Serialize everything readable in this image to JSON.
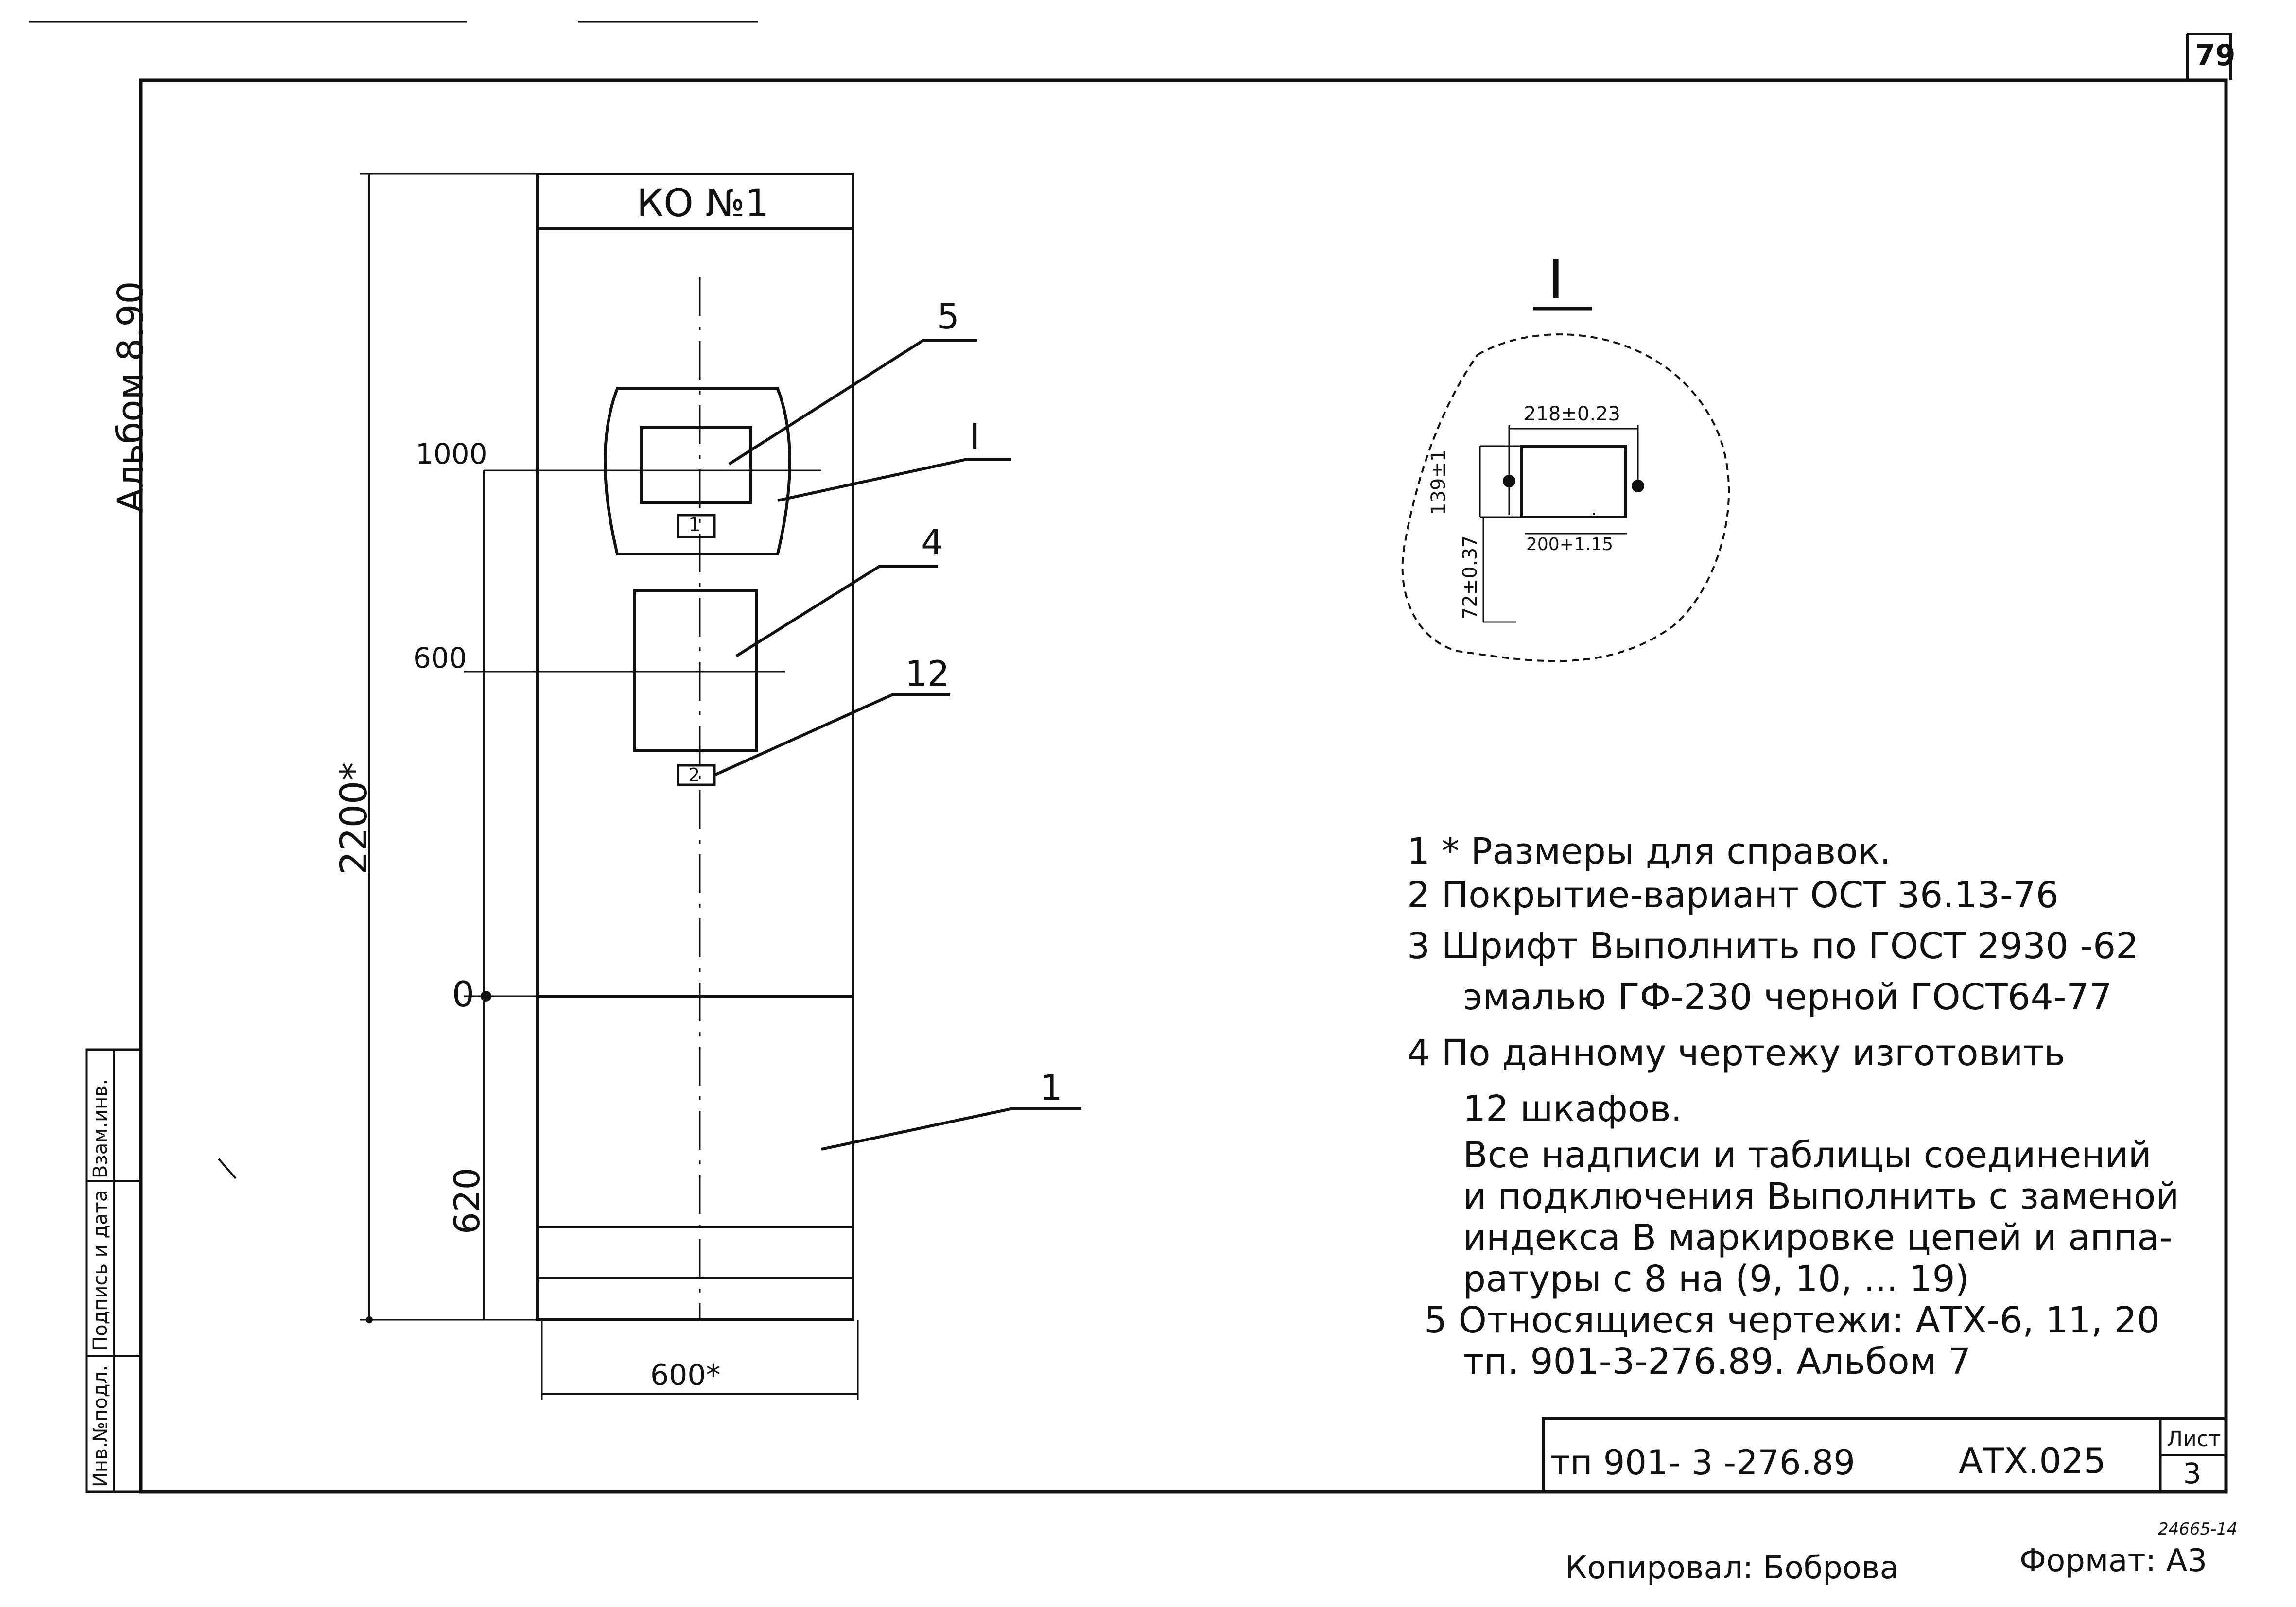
{
  "sheet": {
    "page_number": "79",
    "album_label": "Альбом 8.90",
    "stamp_columns": [
      "Инв.№подл.",
      "Подпись и дата",
      "Взам.инв."
    ]
  },
  "drawing": {
    "cabinet_label": "КО №1",
    "callouts": [
      "5",
      "I",
      "4",
      "12",
      "1"
    ],
    "item_labels": [
      "1",
      "2"
    ],
    "dims": {
      "height_total": "2200*",
      "height_upper": "1000",
      "height_mid": "600",
      "zero": "0",
      "height_lower": "620",
      "width": "600*"
    }
  },
  "detail": {
    "title": "I",
    "dim_width": "218±0.23",
    "dim_height": "139±1",
    "dim_hole": "200+1.15",
    "dim_offset": "72±0.37"
  },
  "notes": [
    {
      "num": "1",
      "text": "* Размеры для справок."
    },
    {
      "num": "2",
      "text": "Покрытие-вариант ОСТ 36.13-76"
    },
    {
      "num": "3",
      "text": "Шрифт Выполнить по ГОСТ 2930 -62"
    },
    {
      "num": "",
      "text": "эмалью ГФ-230 черной ГОСТ64-77"
    },
    {
      "num": "4",
      "text": "По данному чертежу изготовить"
    },
    {
      "num": "",
      "text": "12 шкафов."
    },
    {
      "num": "",
      "text": "Все надписи и таблицы соединений"
    },
    {
      "num": "",
      "text": "и подключения Выполнить с заменой"
    },
    {
      "num": "",
      "text": "индекса В маркировке цепей и аппа-"
    },
    {
      "num": "",
      "text": "ратуры с 8 на (9, 10, ... 19)"
    },
    {
      "num": "5",
      "text": "Относящиеся чертежи: АТХ-6, 11, 20"
    },
    {
      "num": "",
      "text": "тп. 901-3-276.89.   Альбом 7"
    }
  ],
  "title_block": {
    "project": "тп 901- 3 -276.89",
    "code": "АТХ.025",
    "sheet_label": "Лист",
    "sheet_num": "3"
  },
  "footer": {
    "copied_by": "Копировал: Боброва",
    "small_code": "24665-14",
    "format": "Формат: А3"
  }
}
